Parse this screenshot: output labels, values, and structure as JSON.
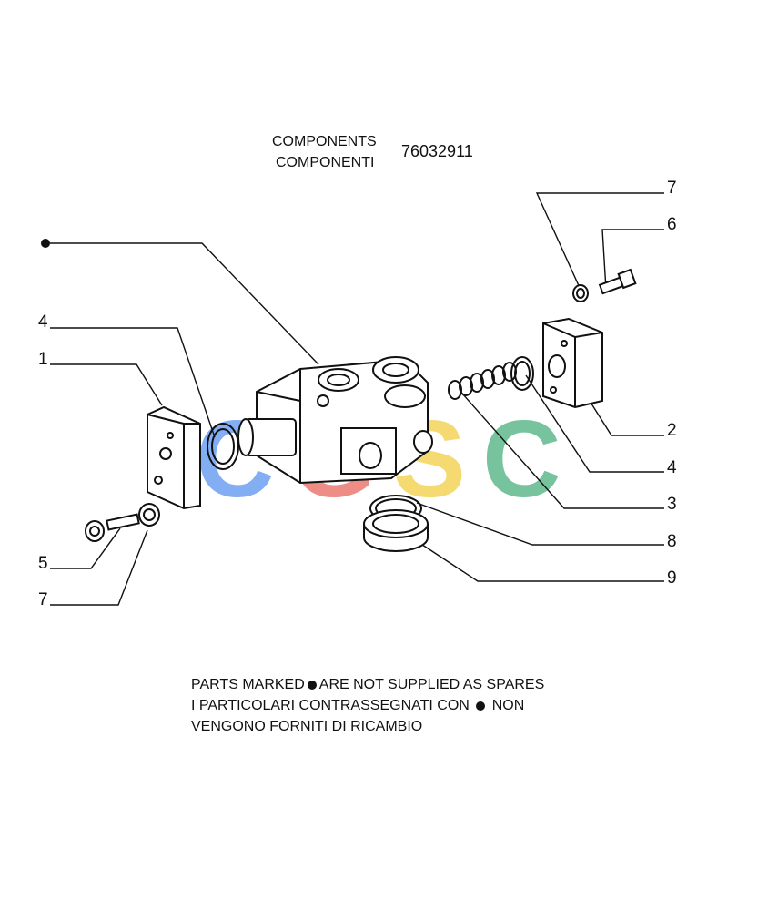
{
  "header": {
    "line1": "COMPONENTS",
    "line2": "COMPONENTI",
    "part_number": "76032911"
  },
  "callouts": [
    "7",
    "6",
    "4",
    "1",
    "2",
    "4",
    "3",
    "5",
    "8",
    "7",
    "9"
  ],
  "watermark": {
    "letters": [
      "C",
      "G",
      "S",
      "C"
    ],
    "colors": [
      "#6ea0f2",
      "#ec7a72",
      "#f4d45a",
      "#5fb98c"
    ]
  },
  "notes": {
    "line1_before": "PARTS MARKED",
    "line1_after": "ARE NOT SUPPLIED AS SPARES",
    "line2_before": "I  PARTICOLARI  CONTRASSEGNATI  CON",
    "line2_after": "NON",
    "line3": "VENGONO FORNITI DI RICAMBIO"
  }
}
